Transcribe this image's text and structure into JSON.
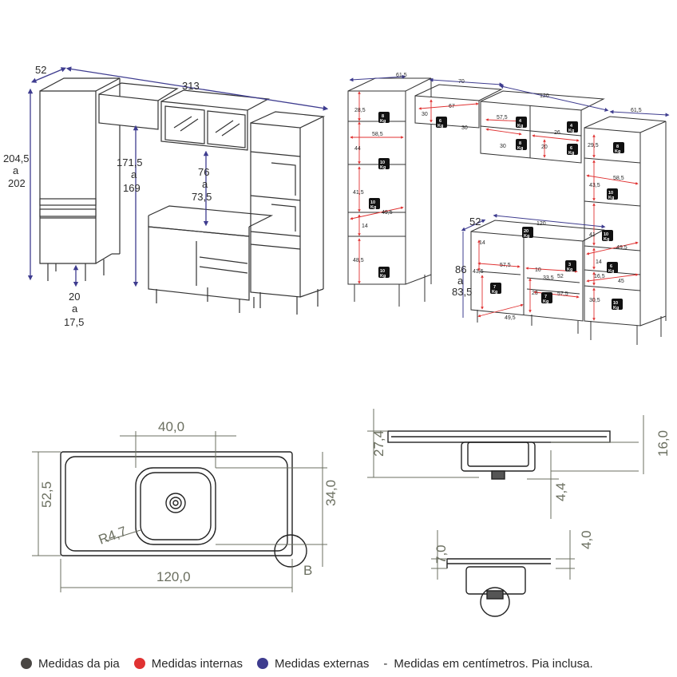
{
  "external_dims": {
    "depth": "52",
    "width": "313",
    "height": "204,5",
    "height_sep": "a",
    "height_b": "202",
    "feet": "20",
    "feet_sep": "a",
    "feet_b": "17,5",
    "shelf_gap": "171,5",
    "shelf_gap_sep": "a",
    "shelf_gap_b": "169",
    "upper": "76",
    "upper_sep": "a",
    "upper_b": "73,5"
  },
  "internal_dims": {
    "left_top": "61,5",
    "center_top": "70",
    "right_top": "120",
    "far_right_top": "61,5",
    "l1": "28,5",
    "l2": "58,5",
    "l3": "44",
    "l4": "41,5",
    "l5": "49,5",
    "l6": "14",
    "l7": "48,5",
    "c1": "67",
    "c2": "30",
    "c3": "30",
    "c4": "57,5",
    "c5": "30",
    "c6": "20",
    "c7": "26",
    "r1": "29,5",
    "r2": "43,5",
    "r3": "58,5",
    "r4": "41",
    "r5": "49,5",
    "r6": "14",
    "r7": "16,5",
    "r8": "45",
    "r9": "30,5",
    "b_depth": "52",
    "b_width": "120",
    "b_height": "86",
    "b_height_sep": "a",
    "b_height_b": "83,5",
    "b1": "14",
    "b2": "57,5",
    "b3": "43,5",
    "b4": "10",
    "b5": "52",
    "b6": "33,5",
    "b7": "23",
    "b8": "57,5",
    "b9": "49,5"
  },
  "weights": {
    "w8": "8",
    "w6": "6",
    "w10": "10",
    "w4": "4",
    "w20": "20",
    "w7": "7",
    "w3": "3",
    "unit": "Kg"
  },
  "sink": {
    "bowl_width": "40,0",
    "depth": "52,5",
    "bowl_depth": "34,0",
    "radius": "R4,7",
    "length": "120,0",
    "detail": "B",
    "side_height": "27,4",
    "side_bowl": "16,0",
    "side_drain": "4,4",
    "detail_left": "7,0",
    "detail_right": "4,0"
  },
  "legend": {
    "items": [
      {
        "label": "Medidas da pia",
        "color": "#4a4744"
      },
      {
        "label": "Medidas internas",
        "color": "#e03232"
      },
      {
        "label": "Medidas externas",
        "color": "#3e3c8f"
      }
    ],
    "separator": "-",
    "note": "Medidas em centímetros. Pia inclusa."
  }
}
